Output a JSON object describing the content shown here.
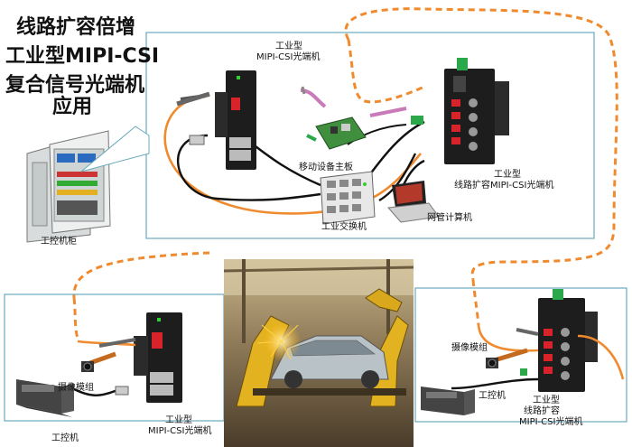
{
  "title": {
    "line1": "线路扩容倍增",
    "line2": "工业型MIPI-CSI",
    "line3": "复合信号光端机",
    "line4": "应用"
  },
  "labels": {
    "cabinet": "工控机柜",
    "top_converter_a": "工业型",
    "top_converter_b": "MIPI-CSI光端机",
    "mobile_board": "移动设备主板",
    "top_expander_a": "工业型",
    "top_expander_b": "线路扩容MIPI-CSI光端机",
    "switch": "工业交换机",
    "laptop": "网管计算机",
    "left_camera": "摄像模组",
    "left_ipc": "工控机",
    "left_converter_a": "工业型",
    "left_converter_b": "MIPI-CSI光端机",
    "right_camera": "摄像模组",
    "right_ipc": "工控机",
    "right_expander_a": "工业型",
    "right_expander_b": "线路扩容",
    "right_expander_c": "MIPI-CSI光端机"
  },
  "colors": {
    "fiber": "#f08a2e",
    "panel_border": "#6aa9bd",
    "device_body": "#1d1d1d",
    "port_red": "#d8232a",
    "terminal_green": "#2aa84a"
  }
}
